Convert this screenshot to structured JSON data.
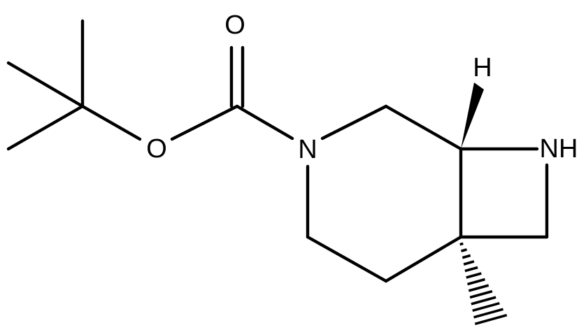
{
  "molecule": {
    "atoms": {
      "carbonyl_oxygen": "O",
      "ester_oxygen": "O",
      "ring_nitrogen": "N",
      "azetidine_nh": "NH",
      "stereo_hydrogen": "H"
    }
  },
  "colors": {
    "bond": "#000000",
    "background": "#ffffff"
  }
}
